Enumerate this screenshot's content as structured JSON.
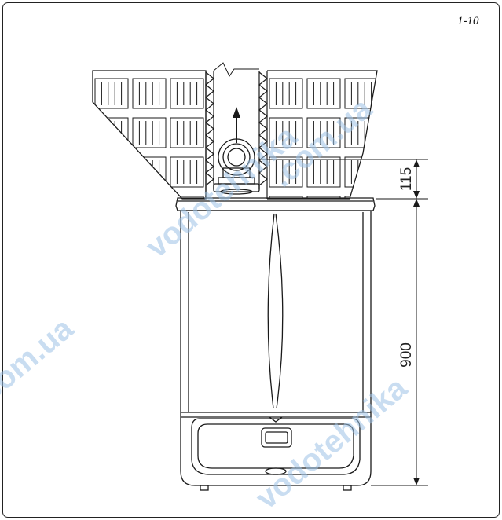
{
  "figure": {
    "label": "1-10"
  },
  "dimensions": {
    "flue_offset": "115",
    "boiler_height": "900"
  },
  "watermark": {
    "text_a": "vodotehnika",
    "text_b": ".com.ua",
    "color": "#9ec3e6"
  },
  "colors": {
    "line": "#1a1a1a",
    "background": "#ffffff"
  }
}
